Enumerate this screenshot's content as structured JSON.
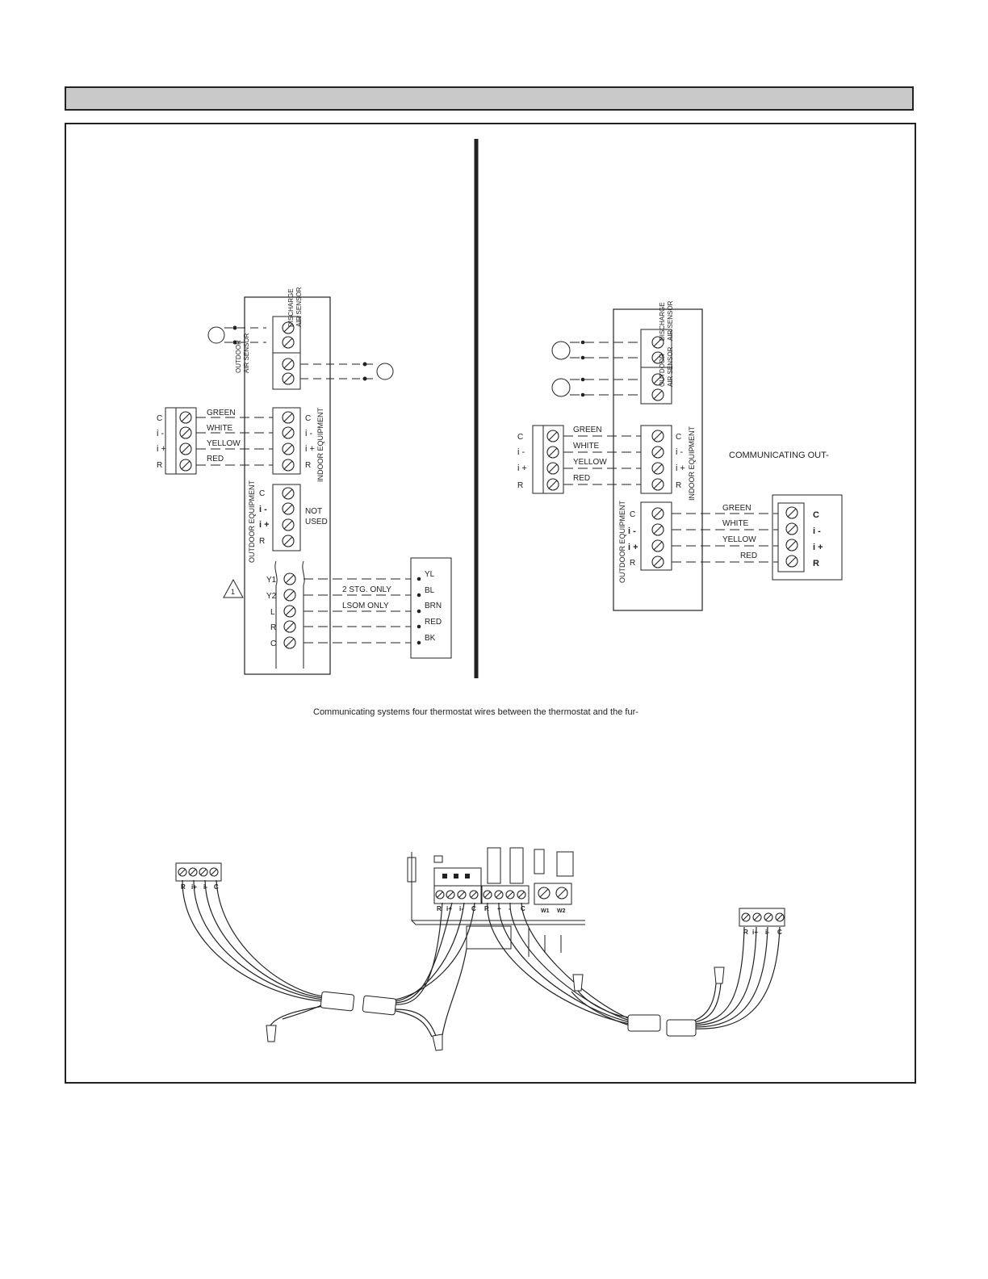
{
  "header": {
    "title": ""
  },
  "colors": {
    "line": "#222222",
    "header_bg": "#c9c9c9"
  },
  "left_diagram": {
    "thermostat_terminals": [
      "C",
      "i -",
      "i +",
      "R"
    ],
    "wire_colors": [
      "GREEN",
      "WHITE",
      "YELLOW",
      "RED"
    ],
    "sensor_labels": [
      "DISCHARGE",
      "AIR SENSOR",
      "OUTDOOR",
      "AIR SENSOR"
    ],
    "indoor_terminals": [
      "C",
      "i -",
      "i +",
      "R"
    ],
    "indoor_label": "INDOOR EQUIPMENT",
    "outdoor_terminals": [
      "C",
      "i -",
      "i +",
      "R"
    ],
    "outdoor_label": "OUTDOOR EQUIPMENT",
    "not_used": [
      "NOT",
      "USED"
    ],
    "conventional_terminals": [
      "Y1",
      "Y2",
      "L",
      "R",
      "C"
    ],
    "notes": [
      "2 STG. ONLY",
      "LSOM ONLY"
    ],
    "outdoor_wire_colors": [
      "YL",
      "BL",
      "BRN",
      "RED",
      "BK"
    ],
    "warning_number": "1"
  },
  "right_diagram": {
    "thermostat_terminals": [
      "C",
      "i -",
      "i +",
      "R"
    ],
    "wire_colors": [
      "GREEN",
      "WHITE",
      "YELLOW",
      "RED"
    ],
    "sensor_labels": [
      "DISCHARGE",
      "AIR SENSOR",
      "OUTDOOR",
      "AIR SENSOR"
    ],
    "indoor_terminals": [
      "C",
      "i -",
      "i +",
      "R"
    ],
    "indoor_label": "INDOOR EQUIPMENT",
    "outdoor_terminals": [
      "C",
      "i -",
      "i +",
      "R"
    ],
    "outdoor_label": "OUTDOOR EQUIPMENT",
    "communicating_label": "COMMUNICATING OUT-",
    "outdoor_wire_colors": [
      "GREEN",
      "WHITE",
      "YELLOW",
      "RED"
    ],
    "unit_terminals": [
      "C",
      "i -",
      "i +",
      "R"
    ]
  },
  "caption": "Communicating systems four thermostat wires between the thermostat and the fur-",
  "harness": {
    "left_plug_labels": [
      "R",
      "i+",
      "i-",
      "C"
    ],
    "board_labels_a": [
      "R",
      "i+",
      "i-",
      "C"
    ],
    "board_labels_b": [
      "R",
      "+",
      "-",
      "C"
    ],
    "board_labels_c": [
      "W1",
      "W2"
    ],
    "right_plug_labels": [
      "R",
      "i+",
      "i-",
      "C"
    ]
  }
}
